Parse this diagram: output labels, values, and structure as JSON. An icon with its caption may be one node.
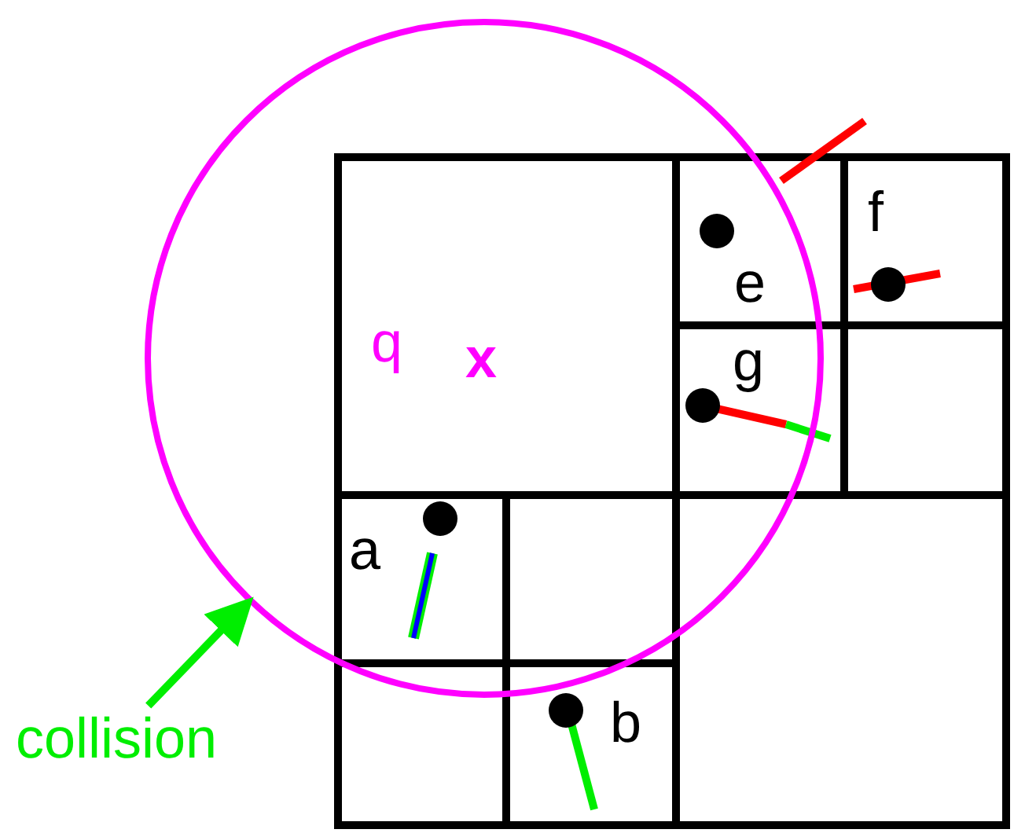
{
  "diagram": {
    "nodes": [
      {
        "text": [
          "collision"
        ]
      },
      {
        "text": [],
        "shape": "circle"
      }
    ],
    "edges": [
      {
        "from": 0,
        "to": 1,
        "arrow": "to"
      }
    ],
    "labels": [
      "f",
      "e",
      "q",
      "x",
      "g",
      "a",
      "b"
    ]
  }
}
